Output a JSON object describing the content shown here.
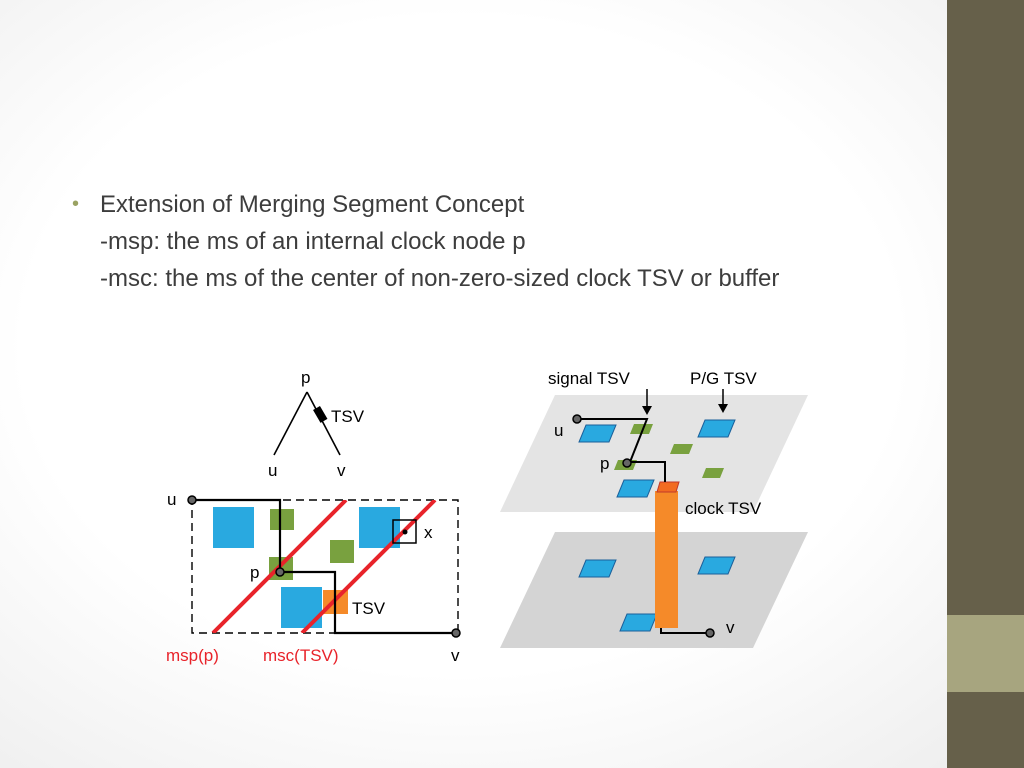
{
  "slide": {
    "bullet": {
      "main": "Extension of Merging Segment Concept",
      "sub1": "-msp: the ms of an internal clock node p",
      "sub2": "-msc: the ms of the center of non-zero-sized clock TSV or buffer"
    }
  },
  "diagram_left": {
    "tree": {
      "root": "p",
      "tsv": "TSV",
      "left_child": "u",
      "right_child": "v"
    },
    "box": {
      "u": "u",
      "p": "p",
      "v": "v",
      "x": "x",
      "tsv": "TSV",
      "msp": "msp(p)",
      "msc": "msc(TSV)"
    }
  },
  "diagram_right": {
    "signal_tsv": "signal TSV",
    "pg_tsv": "P/G TSV",
    "u": "u",
    "p": "p",
    "v": "v",
    "clock_tsv": "clock TSV"
  },
  "colors": {
    "blue": "#29a9e0",
    "green": "#79a13f",
    "orange": "#f58a29",
    "red": "#e8232a",
    "sidebar": "#66604a",
    "sidebar_accent": "#a7a57f"
  }
}
